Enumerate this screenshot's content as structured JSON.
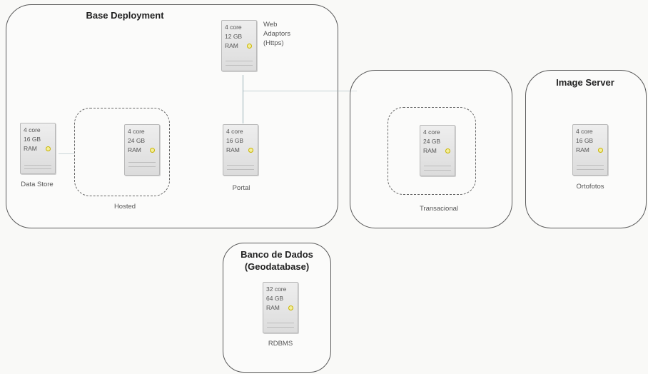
{
  "groups": {
    "base_deployment": {
      "title": "Base Deployment"
    },
    "transacional_group": {
      "label": "Transacional"
    },
    "image_server": {
      "title": "Image Server"
    },
    "banco_de_dados": {
      "title_line1": "Banco de Dados",
      "title_line2": "(Geodatabase)"
    }
  },
  "subgroups": {
    "hosted": {
      "label": "Hosted"
    }
  },
  "servers": {
    "data_store": {
      "spec": "4 core\n16 GB\nRAM",
      "label": "Data Store"
    },
    "hosted": {
      "spec": "4 core\n24 GB\nRAM"
    },
    "web_adaptors": {
      "spec": "4 core\n12 GB\nRAM",
      "label": "Web\nAdaptors\n(Https)"
    },
    "portal": {
      "spec": "4 core\n16 GB\nRAM",
      "label": "Portal"
    },
    "transacional": {
      "spec": "4 core\n24 GB\nRAM"
    },
    "ortofotos": {
      "spec": "4 core\n16 GB\nRAM",
      "label": "Ortofotos"
    },
    "rdbms": {
      "spec": "32 core\n64 GB\nRAM",
      "label": "RDBMS"
    }
  }
}
